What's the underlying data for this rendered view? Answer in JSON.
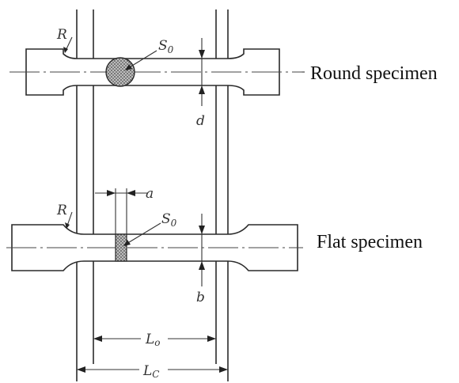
{
  "labels": {
    "round_specimen": "Round specimen",
    "flat_specimen": "Flat specimen",
    "radius_round": "R",
    "radius_flat": "R",
    "area_round_main": "S",
    "area_round_sub": "0",
    "area_flat_main": "S",
    "area_flat_sub": "0",
    "diameter": "d",
    "thickness": "a",
    "width": "b",
    "gauge_length_main": "L",
    "gauge_length_sub": "o",
    "parallel_length_main": "L",
    "parallel_length_sub": "C"
  },
  "colors": {
    "line": "#2a2a2a",
    "hatch": "#555555",
    "text": "#111111"
  }
}
